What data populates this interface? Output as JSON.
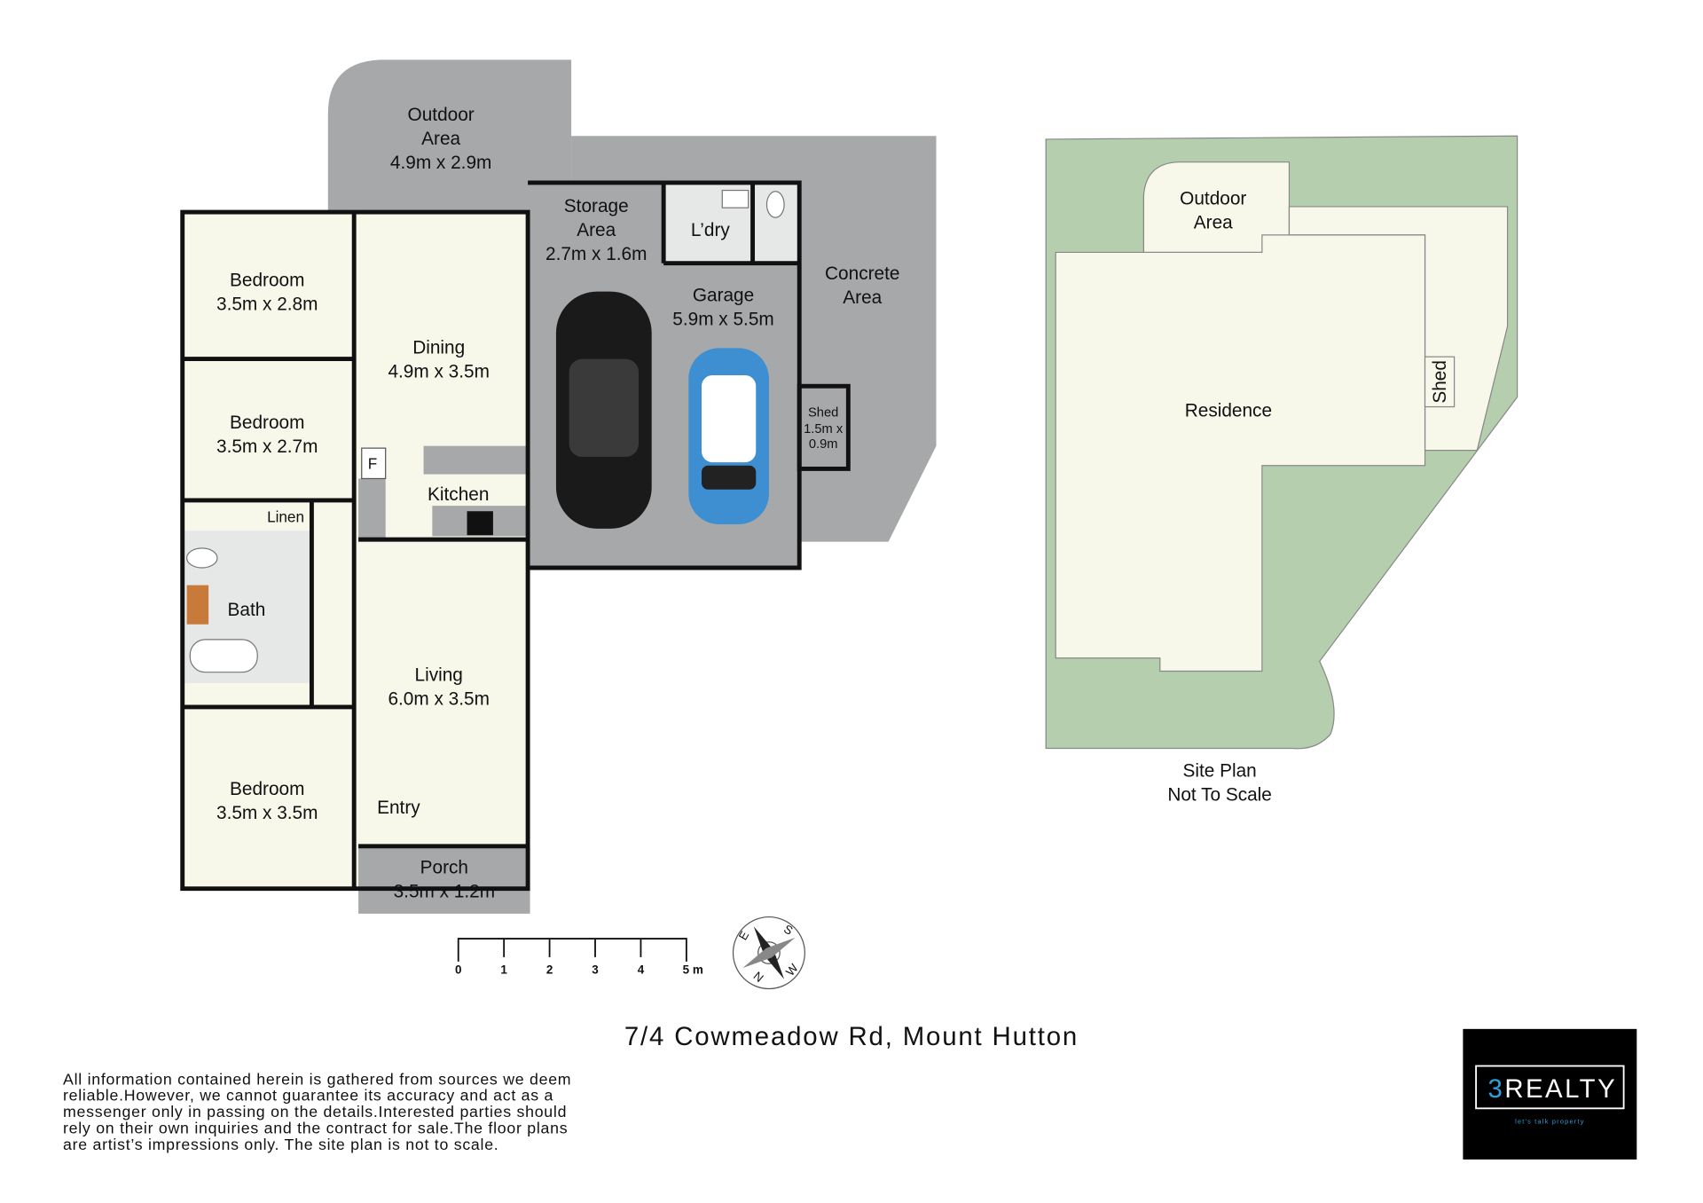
{
  "floor_plan": {
    "rooms": [
      {
        "id": "outdoor",
        "name": "Outdoor",
        "name2": "Area",
        "dims": "4.9m x 2.9m"
      },
      {
        "id": "storage",
        "name": "Storage",
        "name2": "Area",
        "dims": "2.7m x 1.6m"
      },
      {
        "id": "laundry",
        "name": "L’dry"
      },
      {
        "id": "garage",
        "name": "Garage",
        "dims": "5.9m x 5.5m"
      },
      {
        "id": "concrete",
        "name": "Concrete",
        "name2": "Area"
      },
      {
        "id": "bed1",
        "name": "Bedroom",
        "dims": "3.5m x 2.8m"
      },
      {
        "id": "dining",
        "name": "Dining",
        "dims": "4.9m x 3.5m"
      },
      {
        "id": "bed2",
        "name": "Bedroom",
        "dims": "3.5m x 2.7m"
      },
      {
        "id": "kitchen",
        "name": "Kitchen",
        "fridge": "F"
      },
      {
        "id": "linen",
        "name": "Linen"
      },
      {
        "id": "bath",
        "name": "Bath"
      },
      {
        "id": "shed",
        "name": "Shed",
        "dims1": "1.5m x",
        "dims2": "0.9m"
      },
      {
        "id": "living",
        "name": "Living",
        "dims": "6.0m x 3.5m"
      },
      {
        "id": "bed3",
        "name": "Bedroom",
        "dims": "3.5m x 3.5m"
      },
      {
        "id": "entry",
        "name": "Entry"
      },
      {
        "id": "porch",
        "name": "Porch",
        "dims": "3.5m x 1.2m"
      }
    ],
    "scale_bar": {
      "ticks": [
        "0",
        "1",
        "2",
        "3",
        "4",
        "5 m"
      ]
    },
    "compass": {
      "labels": [
        "N",
        "E",
        "S",
        "W"
      ]
    }
  },
  "site_plan": {
    "outdoor": "Outdoor",
    "outdoor2": "Area",
    "residence": "Residence",
    "shed": "Shed",
    "caption1": "Site Plan",
    "caption2": "Not To Scale",
    "colors": {
      "lawn": "#b5cfae",
      "building": "#f7f8ea"
    }
  },
  "address": "7/4 Cowmeadow Rd, Mount Hutton",
  "disclaimer": [
    "All information contained herein is gathered from sources we deem",
    "reliable.However, we cannot guarantee its accuracy and act as a",
    "messenger only in passing on the details.Interested parties should",
    "rely on their own inquiries and the contract for sale.The floor plans",
    "are artist’s impressions only. The site plan is not to scale."
  ],
  "logo": {
    "brand_accent": "3",
    "brand_rest": "REALTY",
    "tagline": "let's talk property",
    "accent_color": "#2aa3dc"
  }
}
